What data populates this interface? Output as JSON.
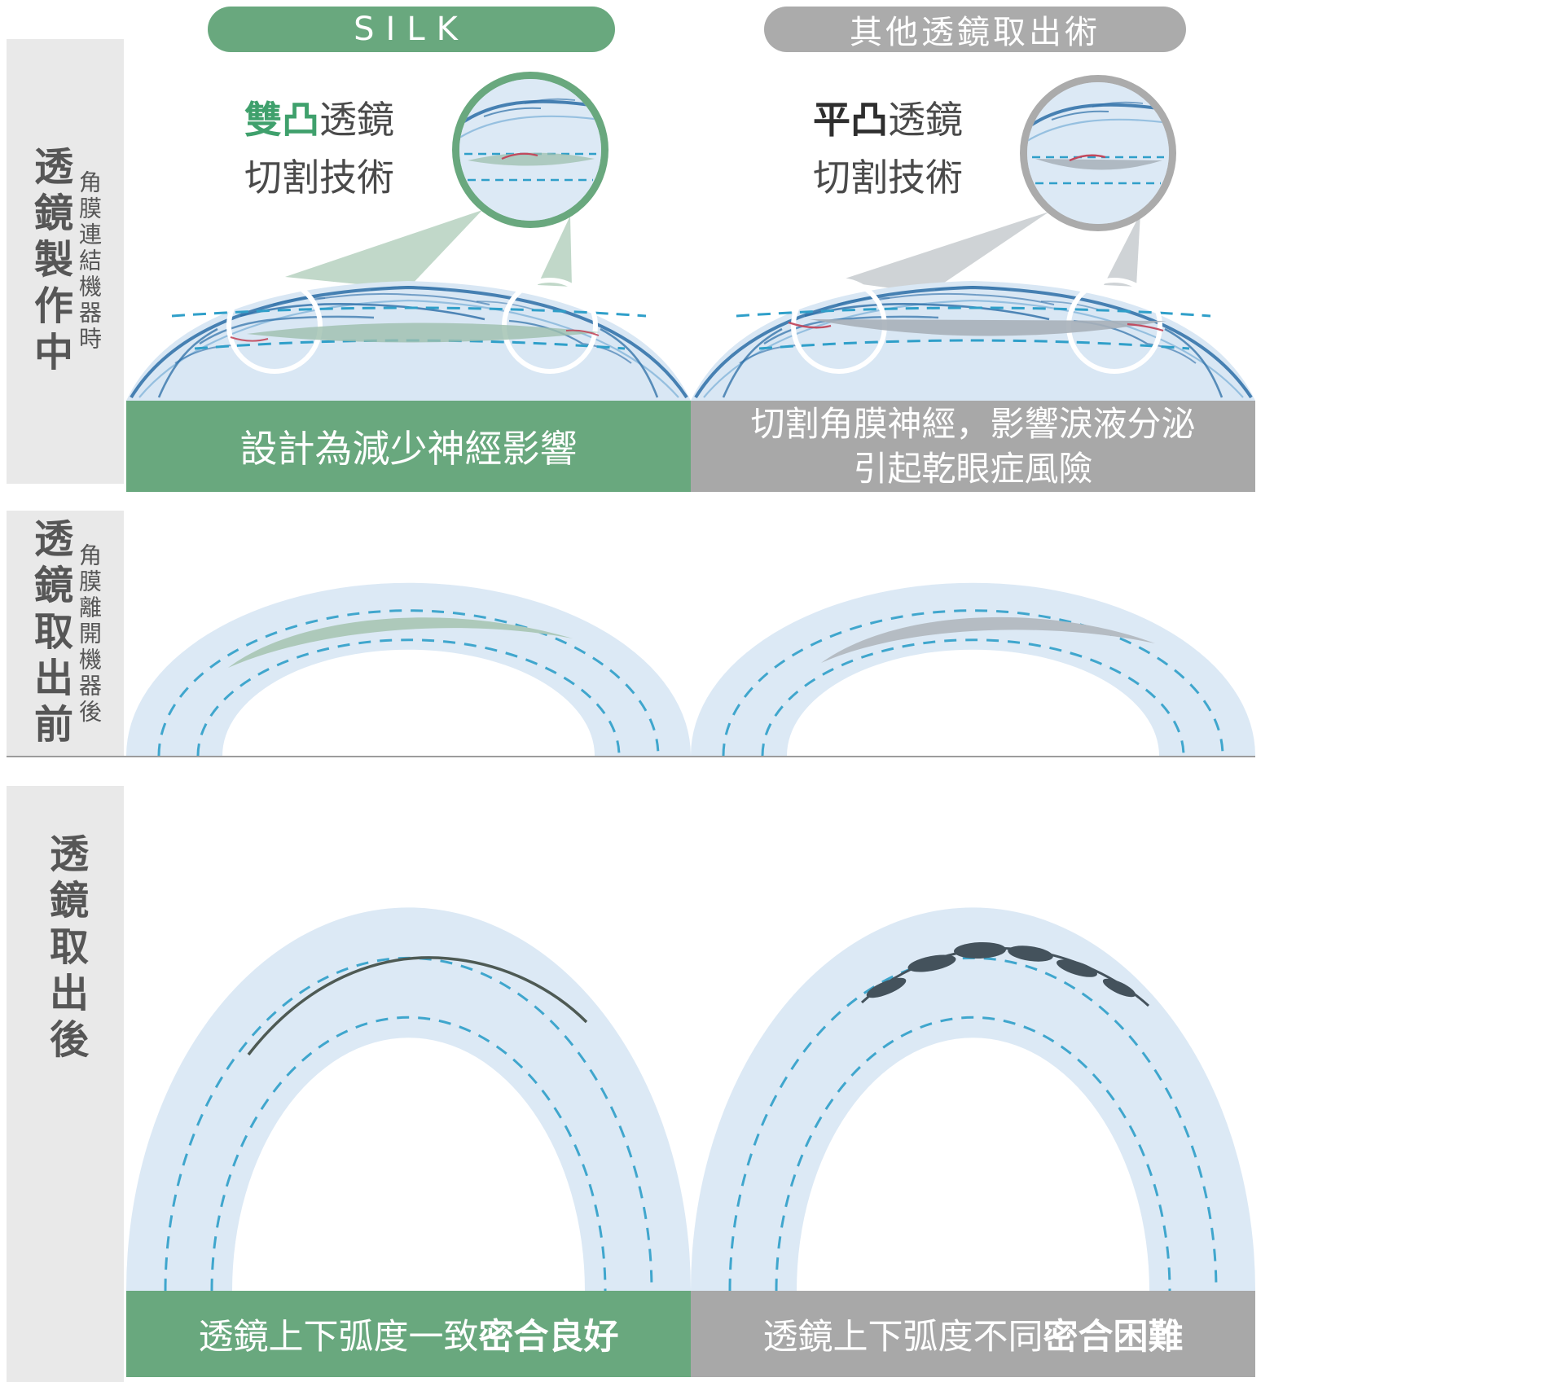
{
  "header": {
    "silk": "SILK",
    "other": "其他透鏡取出術"
  },
  "rows": {
    "making": {
      "side_title": "透鏡製作中",
      "side_subtitle": "角膜連結機器時",
      "silk_tech_em": "雙凸",
      "silk_tech_rest": "透鏡",
      "silk_tech_line2": "切割技術",
      "other_tech_em": "平凸",
      "other_tech_rest": "透鏡",
      "other_tech_line2": "切割技術",
      "silk_caption": "設計為減少神經影響",
      "other_caption_line1": "切割角膜神經，影響淚液分泌",
      "other_caption_line2": "引起乾眼症風險"
    },
    "before": {
      "side_title": "透鏡取出前",
      "side_subtitle": "角膜離開機器後"
    },
    "after": {
      "side_title": "透鏡取出後",
      "silk_caption_normal": "透鏡上下弧度一致",
      "silk_caption_strong": "密合良好",
      "other_caption_normal": "透鏡上下弧度不同",
      "other_caption_strong": "密合困難"
    }
  },
  "colors": {
    "green": "#69A87E",
    "gray": "#ABABAB",
    "light_blue": "#DCE9F5",
    "dash_blue": "#2F9FC9",
    "vessel_blue": "#2B6DA6",
    "lens_green": "#9DBFAE",
    "lens_gray": "#A7B0B9",
    "dark_line": "#44525C",
    "sidebar_bg": "#E9E9E9",
    "text_dark": "#4D4D4D"
  }
}
